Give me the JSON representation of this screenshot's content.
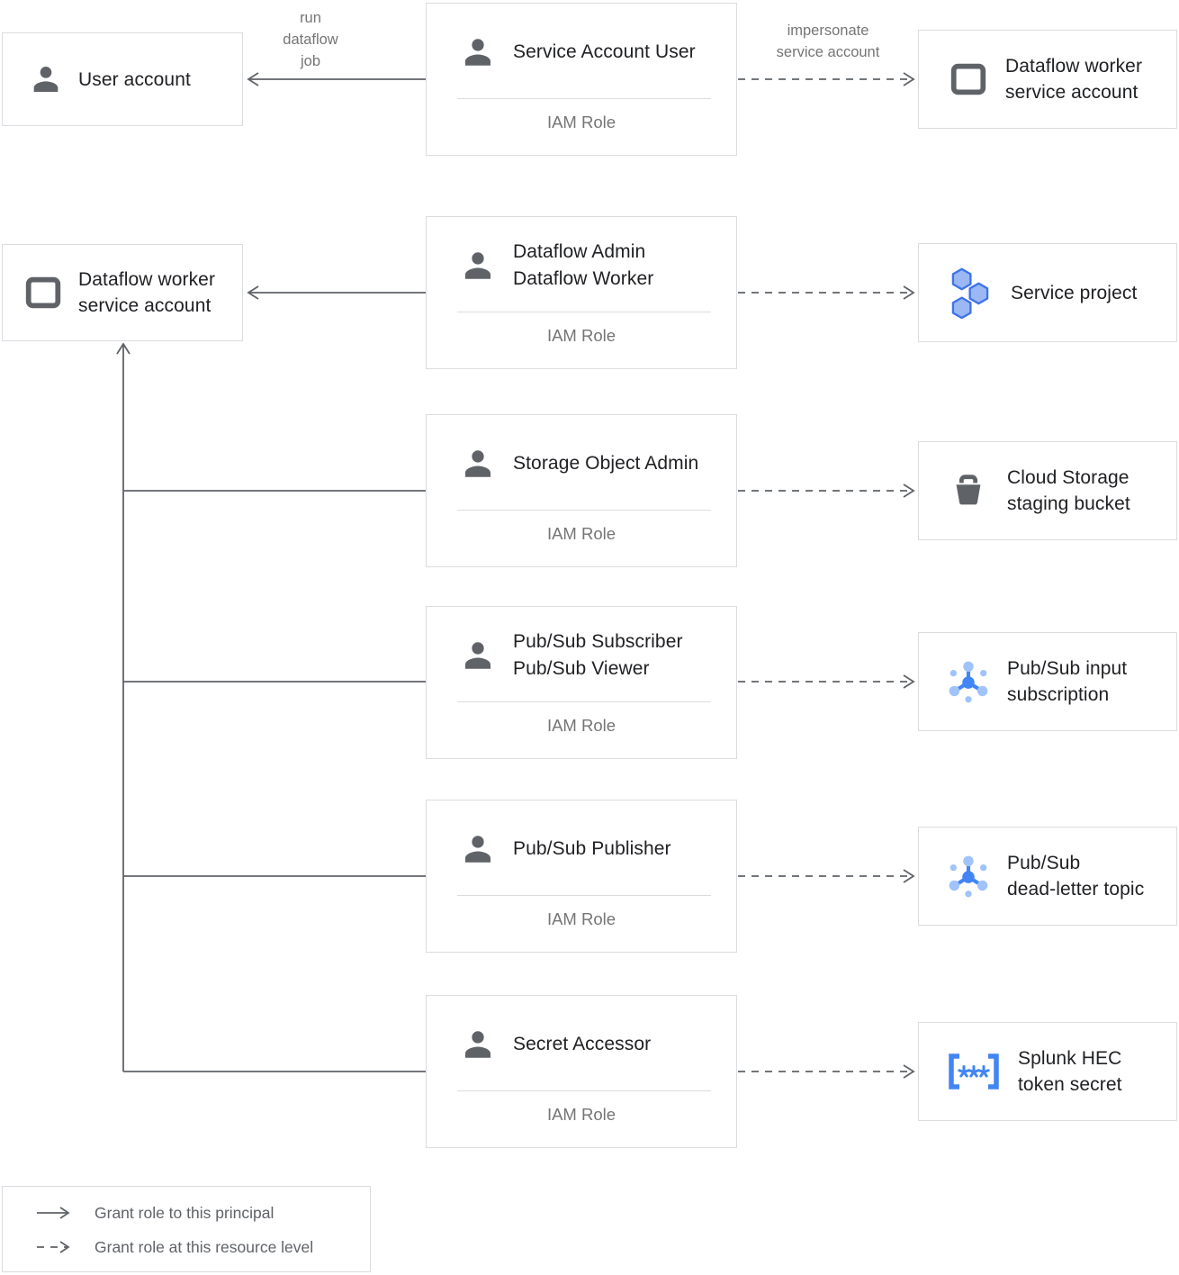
{
  "diagram": {
    "principals": {
      "user_account": {
        "label": "User account"
      },
      "dataflow_worker_sa": {
        "label_lines": [
          "Dataflow worker",
          "service account"
        ]
      }
    },
    "iam_roles": [
      {
        "title_lines": [
          "Service Account User"
        ],
        "subtitle": "IAM Role"
      },
      {
        "title_lines": [
          "Dataflow Admin",
          "Dataflow Worker"
        ],
        "subtitle": "IAM Role"
      },
      {
        "title_lines": [
          "Storage Object Admin"
        ],
        "subtitle": "IAM Role"
      },
      {
        "title_lines": [
          "Pub/Sub Subscriber",
          "Pub/Sub Viewer"
        ],
        "subtitle": "IAM Role"
      },
      {
        "title_lines": [
          "Pub/Sub Publisher"
        ],
        "subtitle": "IAM Role"
      },
      {
        "title_lines": [
          "Secret Accessor"
        ],
        "subtitle": "IAM Role"
      }
    ],
    "resources": [
      {
        "label_lines": [
          "Dataflow worker",
          "service account"
        ],
        "icon": "service-account-icon"
      },
      {
        "label_lines": [
          "Service project"
        ],
        "icon": "project-icon"
      },
      {
        "label_lines": [
          "Cloud Storage",
          "staging bucket"
        ],
        "icon": "bucket-icon"
      },
      {
        "label_lines": [
          "Pub/Sub input",
          "subscription"
        ],
        "icon": "pubsub-icon"
      },
      {
        "label_lines": [
          "Pub/Sub",
          "dead-letter topic"
        ],
        "icon": "pubsub-icon"
      },
      {
        "label_lines": [
          "Splunk HEC",
          "token secret"
        ],
        "icon": "secret-icon"
      }
    ],
    "edge_labels": {
      "run_dataflow_job_lines": [
        "run",
        "dataflow",
        "job"
      ],
      "impersonate_lines": [
        "impersonate",
        "service account"
      ]
    },
    "legend": {
      "items": [
        {
          "style": "solid",
          "label": "Grant role to this principal"
        },
        {
          "style": "dashed",
          "label": "Grant role at this resource level"
        }
      ]
    },
    "colors": {
      "accent_blue": "#4285f4",
      "light_blue": "#a0c3fa",
      "hex_fill": "#9bb8f5",
      "hex_stroke": "#3e73e8",
      "icon_gray": "#5f6368",
      "line_gray": "#5f6368",
      "border_gray": "#dadce0",
      "title_text": "#202124",
      "muted_text": "#757575"
    }
  }
}
